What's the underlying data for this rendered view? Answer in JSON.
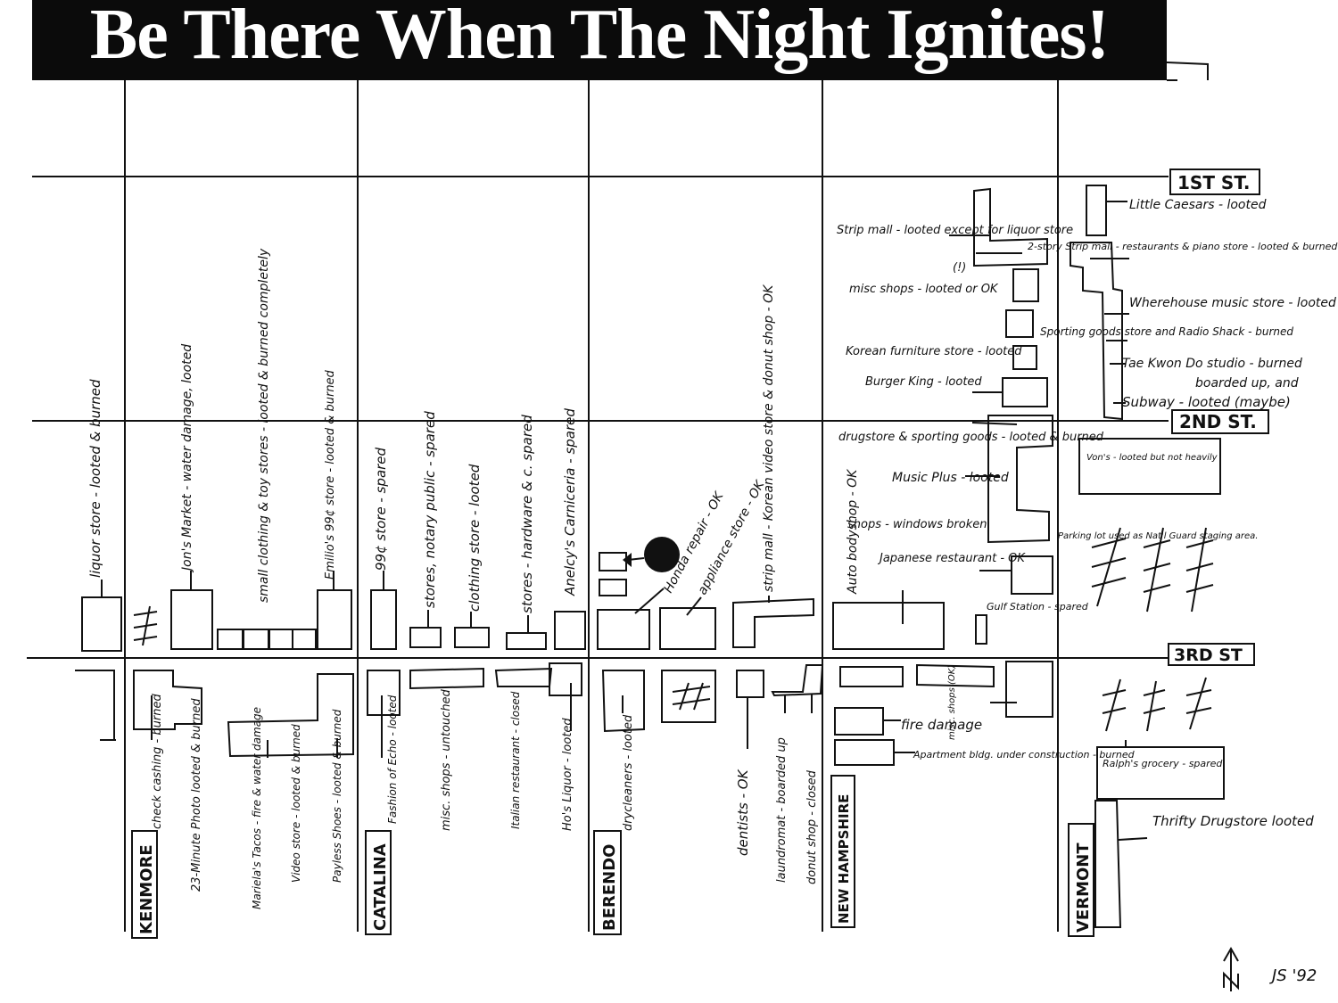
{
  "title": "Be There When The Night Ignites!",
  "streets": {
    "first": "1ST ST.",
    "second": "2ND ST.",
    "third": "3RD ST",
    "kenmore": "KENMORE",
    "catalina": "CATALINA",
    "berendo": "BERENDO",
    "new_hampshire": "NEW HAMPSHIRE",
    "vermont": "VERMONT"
  },
  "annotations": {
    "liquor_store_1": "liquor store - looted & burned",
    "jons_market": "Jon's Market - water damage, looted",
    "small_clothing": "small clothing & toy stores - looted & burned completely",
    "emilios": "Emilio's 99¢ store - looted & burned",
    "store_99_spared": "99¢ store - spared",
    "notary_public": "stores, notary public - spared",
    "clothing_store": "clothing store - looted",
    "hardware": "stores - hardware & c. spared",
    "anelcys": "Anelcy's Carniceria - spared",
    "honda_repair": "Honda repair - OK",
    "appliance_store": "appliance store - OK",
    "strip_mall_korean": "strip mall - Korean video store & donut shop - OK",
    "auto_body": "Auto bodyshop - OK",
    "japanese_restaurant": "Japanese restaurant - OK",
    "gulf_station": "Gulf Station - spared",
    "strip_mall_looted": "Strip mall - looted except for liquor store",
    "misc_shops_north": "misc shops - looted or OK",
    "korean_furniture": "Korean furniture store - looted",
    "burger_king": "Burger King - looted",
    "drugstore": "drugstore & sporting goods - looted & burned",
    "music_plus": "Music Plus - looted",
    "shops_windows": "shops - windows broken",
    "little_caesars": "Little Caesars - looted",
    "two_story_mall": "2-story Strip mall - restaurants & piano store - looted & burned",
    "wherehouse": "Wherehouse music store - looted",
    "radio_shack": "Sporting goods store and Radio Shack - burned",
    "tae_kwon_do": "Tae Kwon Do studio - burned",
    "boarded_up": "boarded up, and",
    "subway": "Subway - looted (maybe)",
    "vons": "Von's - looted but not heavily",
    "parking_lot": "Parking lot used as Nat'l Guard staging area.",
    "check_cashing": "check cashing - burned",
    "photo_23": "23-Minute Photo looted & burned",
    "marielas_tacos": "Mariela's Tacos - fire & water damage",
    "video_store": "Video store - looted & burned",
    "payless": "Payless Shoes - looted & burned",
    "fashion_echo": "Fashion of Echo - looted",
    "misc_untouched": "misc. shops - untouched",
    "italian_restaurant": "Italian restaurant - closed",
    "hos_liquor": "Ho's Liquor - looted",
    "drycleaners": "drycleaners - looted",
    "dentists": "dentists - OK",
    "laundromat": "laundromat - boarded up",
    "donut_shop": "donut shop - closed",
    "misc_shops_ok": "misc. shops (OK)",
    "fire_damage": "fire damage",
    "apartment": "Apartment bldg. under construction - burned",
    "ralphs": "Ralph's grocery - spared",
    "thrifty": "Thrifty Drugstore looted",
    "exclaim": "(!)",
    "signature": "JS '92"
  }
}
